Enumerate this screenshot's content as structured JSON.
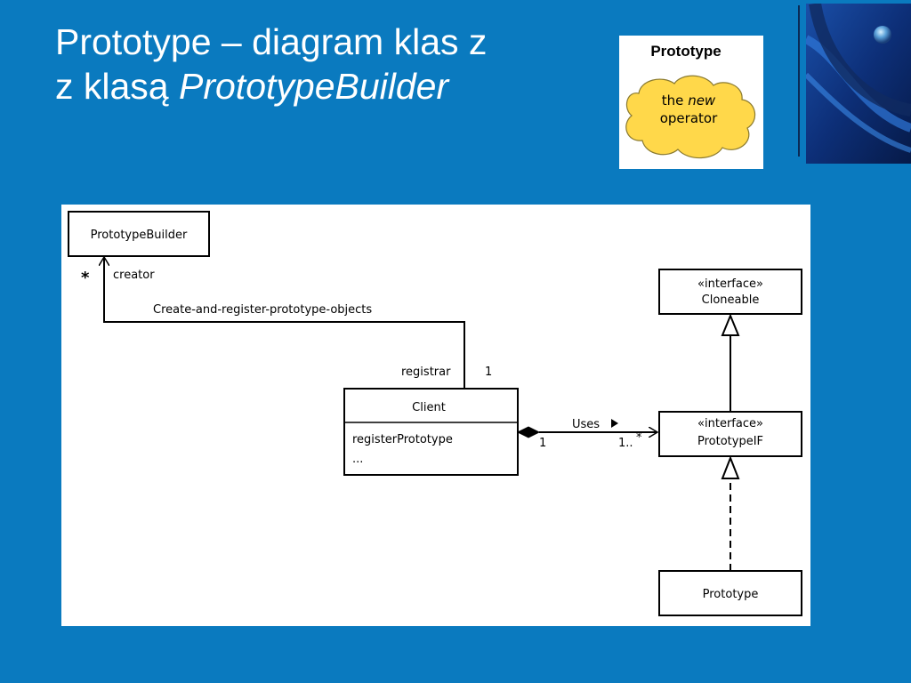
{
  "slide": {
    "title_line1": "Prototype – diagram klas z",
    "title_line2_prefix": "z klasą ",
    "title_line2_emphasis": "PrototypeBuilder"
  },
  "side_card": {
    "title": "Prototype",
    "cloud_line1_a": "the ",
    "cloud_line1_b": "new",
    "cloud_line2": "operator",
    "cloud_color": "#ffd84a"
  },
  "diagram": {
    "classes": {
      "prototype_builder": "PrototypeBuilder",
      "client": "Client",
      "client_op1": "registerPrototype",
      "client_op2": "...",
      "cloneable_stereotype": "«interface»",
      "cloneable": "Cloneable",
      "prototypeif_stereotype": "«interface»",
      "prototypeif": "PrototypeIF",
      "prototype": "Prototype"
    },
    "associations": {
      "creator_multiplicity": "*",
      "creator_role": "creator",
      "association_name": "Create-and-register-prototype-objects",
      "registrar_role": "registrar",
      "registrar_multiplicity": "1",
      "uses_label": "Uses",
      "uses_client_multiplicity": "1",
      "uses_target_multiplicity": "1..",
      "uses_target_star": "*"
    }
  },
  "colors": {
    "background": "#0a7abf",
    "title_text": "#ffffff",
    "deco_dark": "#0b2a55"
  }
}
